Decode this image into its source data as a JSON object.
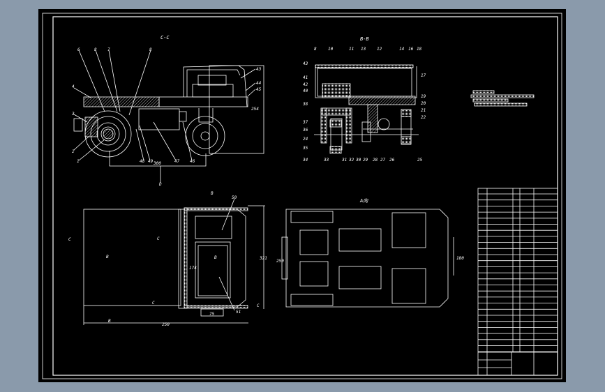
{
  "colors": {
    "background": "#8a9aab",
    "sheet": "#000000",
    "lines": "#ffffff"
  },
  "views": {
    "section_cc": {
      "title": "C-C",
      "dims": {
        "width": "300",
        "height": "254"
      },
      "section_mark": "D",
      "balloons": [
        "6",
        "8",
        "7",
        "8",
        "4",
        "3",
        "2",
        "1",
        "43",
        "44",
        "45",
        "48",
        "49",
        "47",
        "46"
      ]
    },
    "section_bb": {
      "title": "B-B",
      "balloons": [
        "8",
        "10",
        "11",
        "13",
        "12",
        "14",
        "16",
        "18",
        "43",
        "41",
        "42",
        "40",
        "38",
        "37",
        "36",
        "35",
        "34",
        "33",
        "31",
        "32",
        "30",
        "29",
        "28",
        "27",
        "26",
        "25",
        "24",
        "17",
        "19",
        "20",
        "21",
        "22"
      ]
    },
    "plan_view": {
      "dims": {
        "width": "250",
        "height": "321",
        "inner": "174",
        "bottom": "75"
      },
      "marks": [
        "B",
        "B",
        "B",
        "B",
        "C",
        "C",
        "C",
        "C"
      ],
      "balloons": [
        "50",
        "51"
      ]
    },
    "view_a": {
      "title": "A向",
      "dim_right": "180",
      "dim_left": "250"
    }
  }
}
